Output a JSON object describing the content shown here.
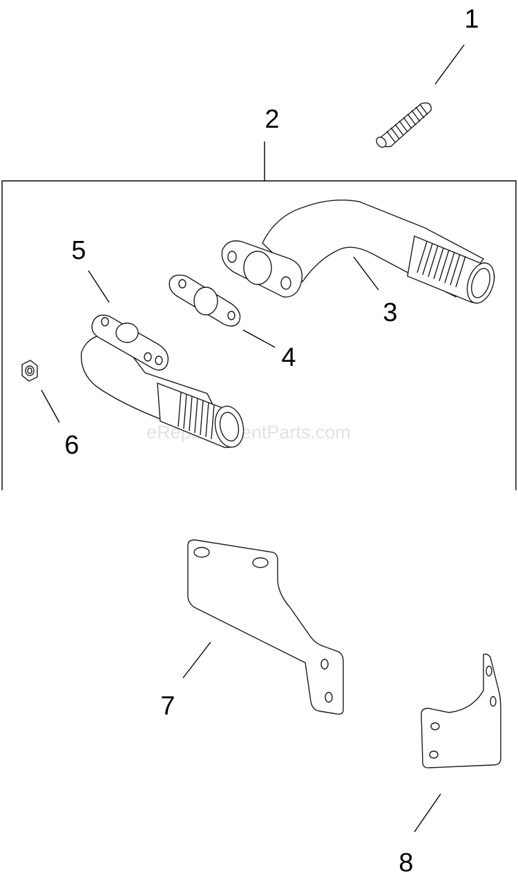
{
  "watermark": "eReplacementParts.com",
  "callouts": {
    "c1": "1",
    "c2": "2",
    "c3": "3",
    "c4": "4",
    "c5": "5",
    "c6": "6",
    "c7": "7",
    "c8": "8"
  }
}
